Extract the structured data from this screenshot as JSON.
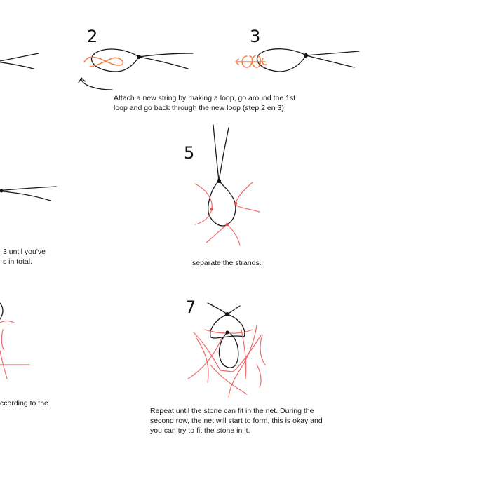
{
  "steps": {
    "s2": {
      "number": "2",
      "caption": "Attach a new string by making a loop, go around the 1st\nloop and go back through the new loop (step 2 en 3)."
    },
    "s3": {
      "number": "3"
    },
    "s4": {
      "caption": "3 until you've\ns in total."
    },
    "s5": {
      "number": "5",
      "caption": "separate the strands."
    },
    "s6": {
      "caption": "ccording to the"
    },
    "s7": {
      "number": "7",
      "caption": "Repeat until the stone can fit in the net. During the\nsecond row, the net will start to form, this is okay and\nyou can try to fit the stone in it."
    }
  },
  "colors": {
    "string": "#1a1a1a",
    "new_string": "#f07f4a",
    "strands": "#ef6a6a"
  }
}
